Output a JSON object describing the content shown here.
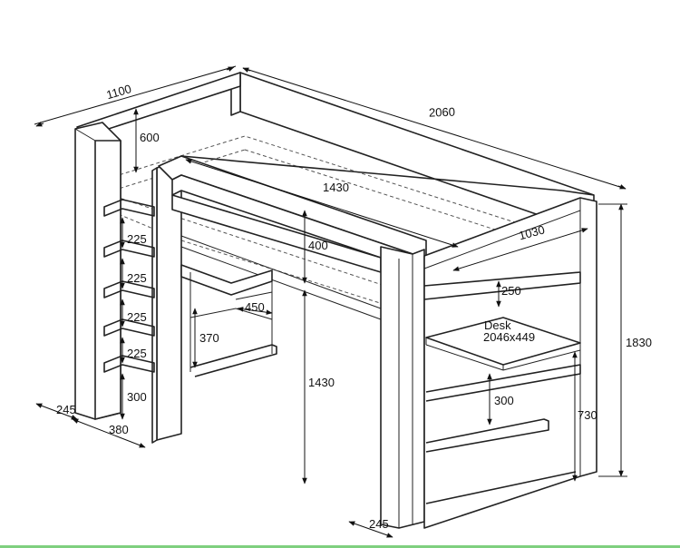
{
  "drawing": {
    "dimensions": {
      "width_top": "1100",
      "length_top": "2060",
      "rail_height": "600",
      "inner_length": "1430",
      "inner_width": "1030",
      "front_panel_height": "400",
      "step_1": "225",
      "step_2": "225",
      "step_3": "225",
      "step_4": "225",
      "ladder_bottom": "300",
      "ladder_depth": "245",
      "ladder_width": "380",
      "shelf_depth": "450",
      "shelf_height": "370",
      "under_height": "1430",
      "top_shelf": "250",
      "mid_shelf": "300",
      "desk_height": "730",
      "total_height": "1830",
      "leg_depth": "245"
    },
    "desk_label": "Desk",
    "desk_size": "2046x449"
  },
  "colors": {
    "line": "#222222",
    "background": "#ffffff",
    "bottom_edge": "#7fd07f"
  }
}
